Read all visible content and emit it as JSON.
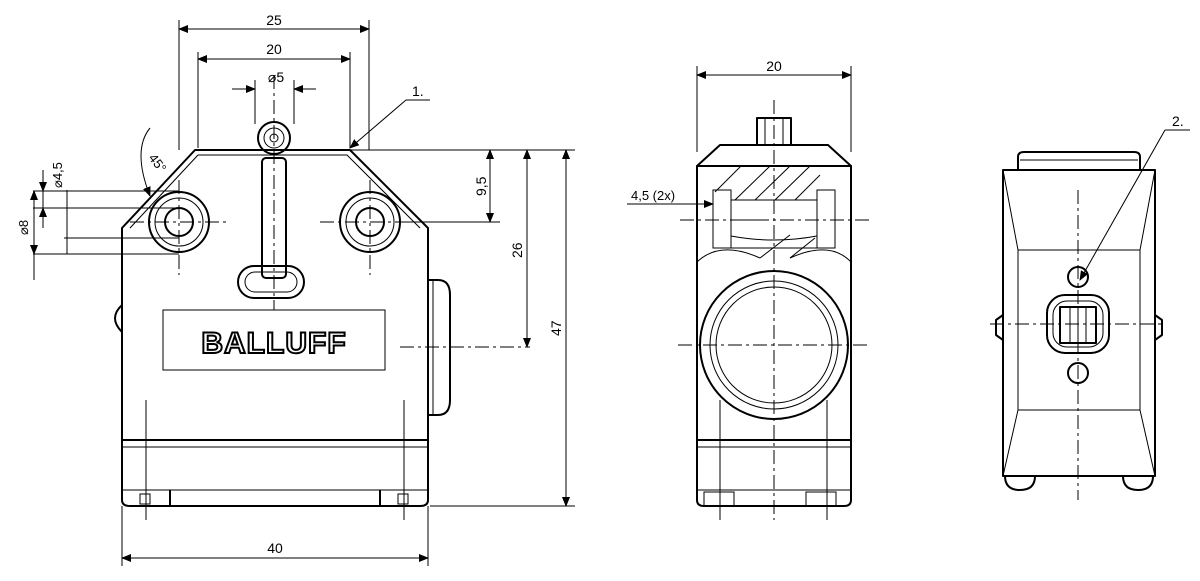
{
  "brand": {
    "logo_text": "BALLUFF"
  },
  "front_view": {
    "dim_top_width": "25",
    "dim_inner_width": "20",
    "dim_roller_diameter": "⌀5",
    "callout_1": "1.",
    "dim_hole_small": "⌀4,5",
    "dim_hole_large": "⌀8",
    "dim_angle": "45°",
    "dim_hole_height": "9,5",
    "dim_axis_height": "26",
    "dim_total_height": "47",
    "dim_bottom_width": "40"
  },
  "side_view": {
    "dim_width": "20",
    "dim_hole": "4,5 (2x)"
  },
  "rear_view": {
    "callout_2": "2."
  }
}
